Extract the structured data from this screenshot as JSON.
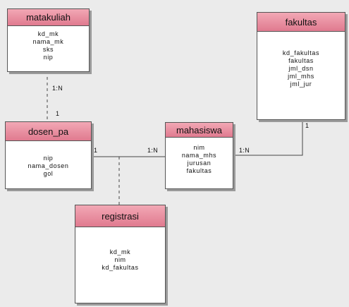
{
  "entities": {
    "matakuliah": {
      "title": "matakuliah",
      "attributes": [
        "kd_mk",
        "nama_mk",
        "sks",
        "nip"
      ]
    },
    "fakultas": {
      "title": "fakultas",
      "attributes": [
        "kd_fakultas",
        "fakultas",
        "jml_dsn",
        "jml_mhs",
        "jml_jur"
      ]
    },
    "dosen_pa": {
      "title": "dosen_pa",
      "attributes": [
        "nip",
        "nama_dosen",
        "gol"
      ]
    },
    "mahasiswa": {
      "title": "mahasiswa",
      "attributes": [
        "nim",
        "nama_mhs",
        "jurusan",
        "fakultas"
      ]
    },
    "registrasi": {
      "title": "registrasi",
      "attributes": [
        "kd_mk",
        "nim",
        "kd_fakultas"
      ]
    }
  },
  "relations": {
    "matakuliah_dosen": {
      "many": "1:N",
      "one": "1"
    },
    "dosen_mahasiswa": {
      "one": "1",
      "many": "1:N"
    },
    "mahasiswa_fakultas": {
      "many": "1:N",
      "one": "1"
    }
  },
  "colors": {
    "header": "#e8879a",
    "line": "#444444",
    "background": "#ebebeb"
  }
}
